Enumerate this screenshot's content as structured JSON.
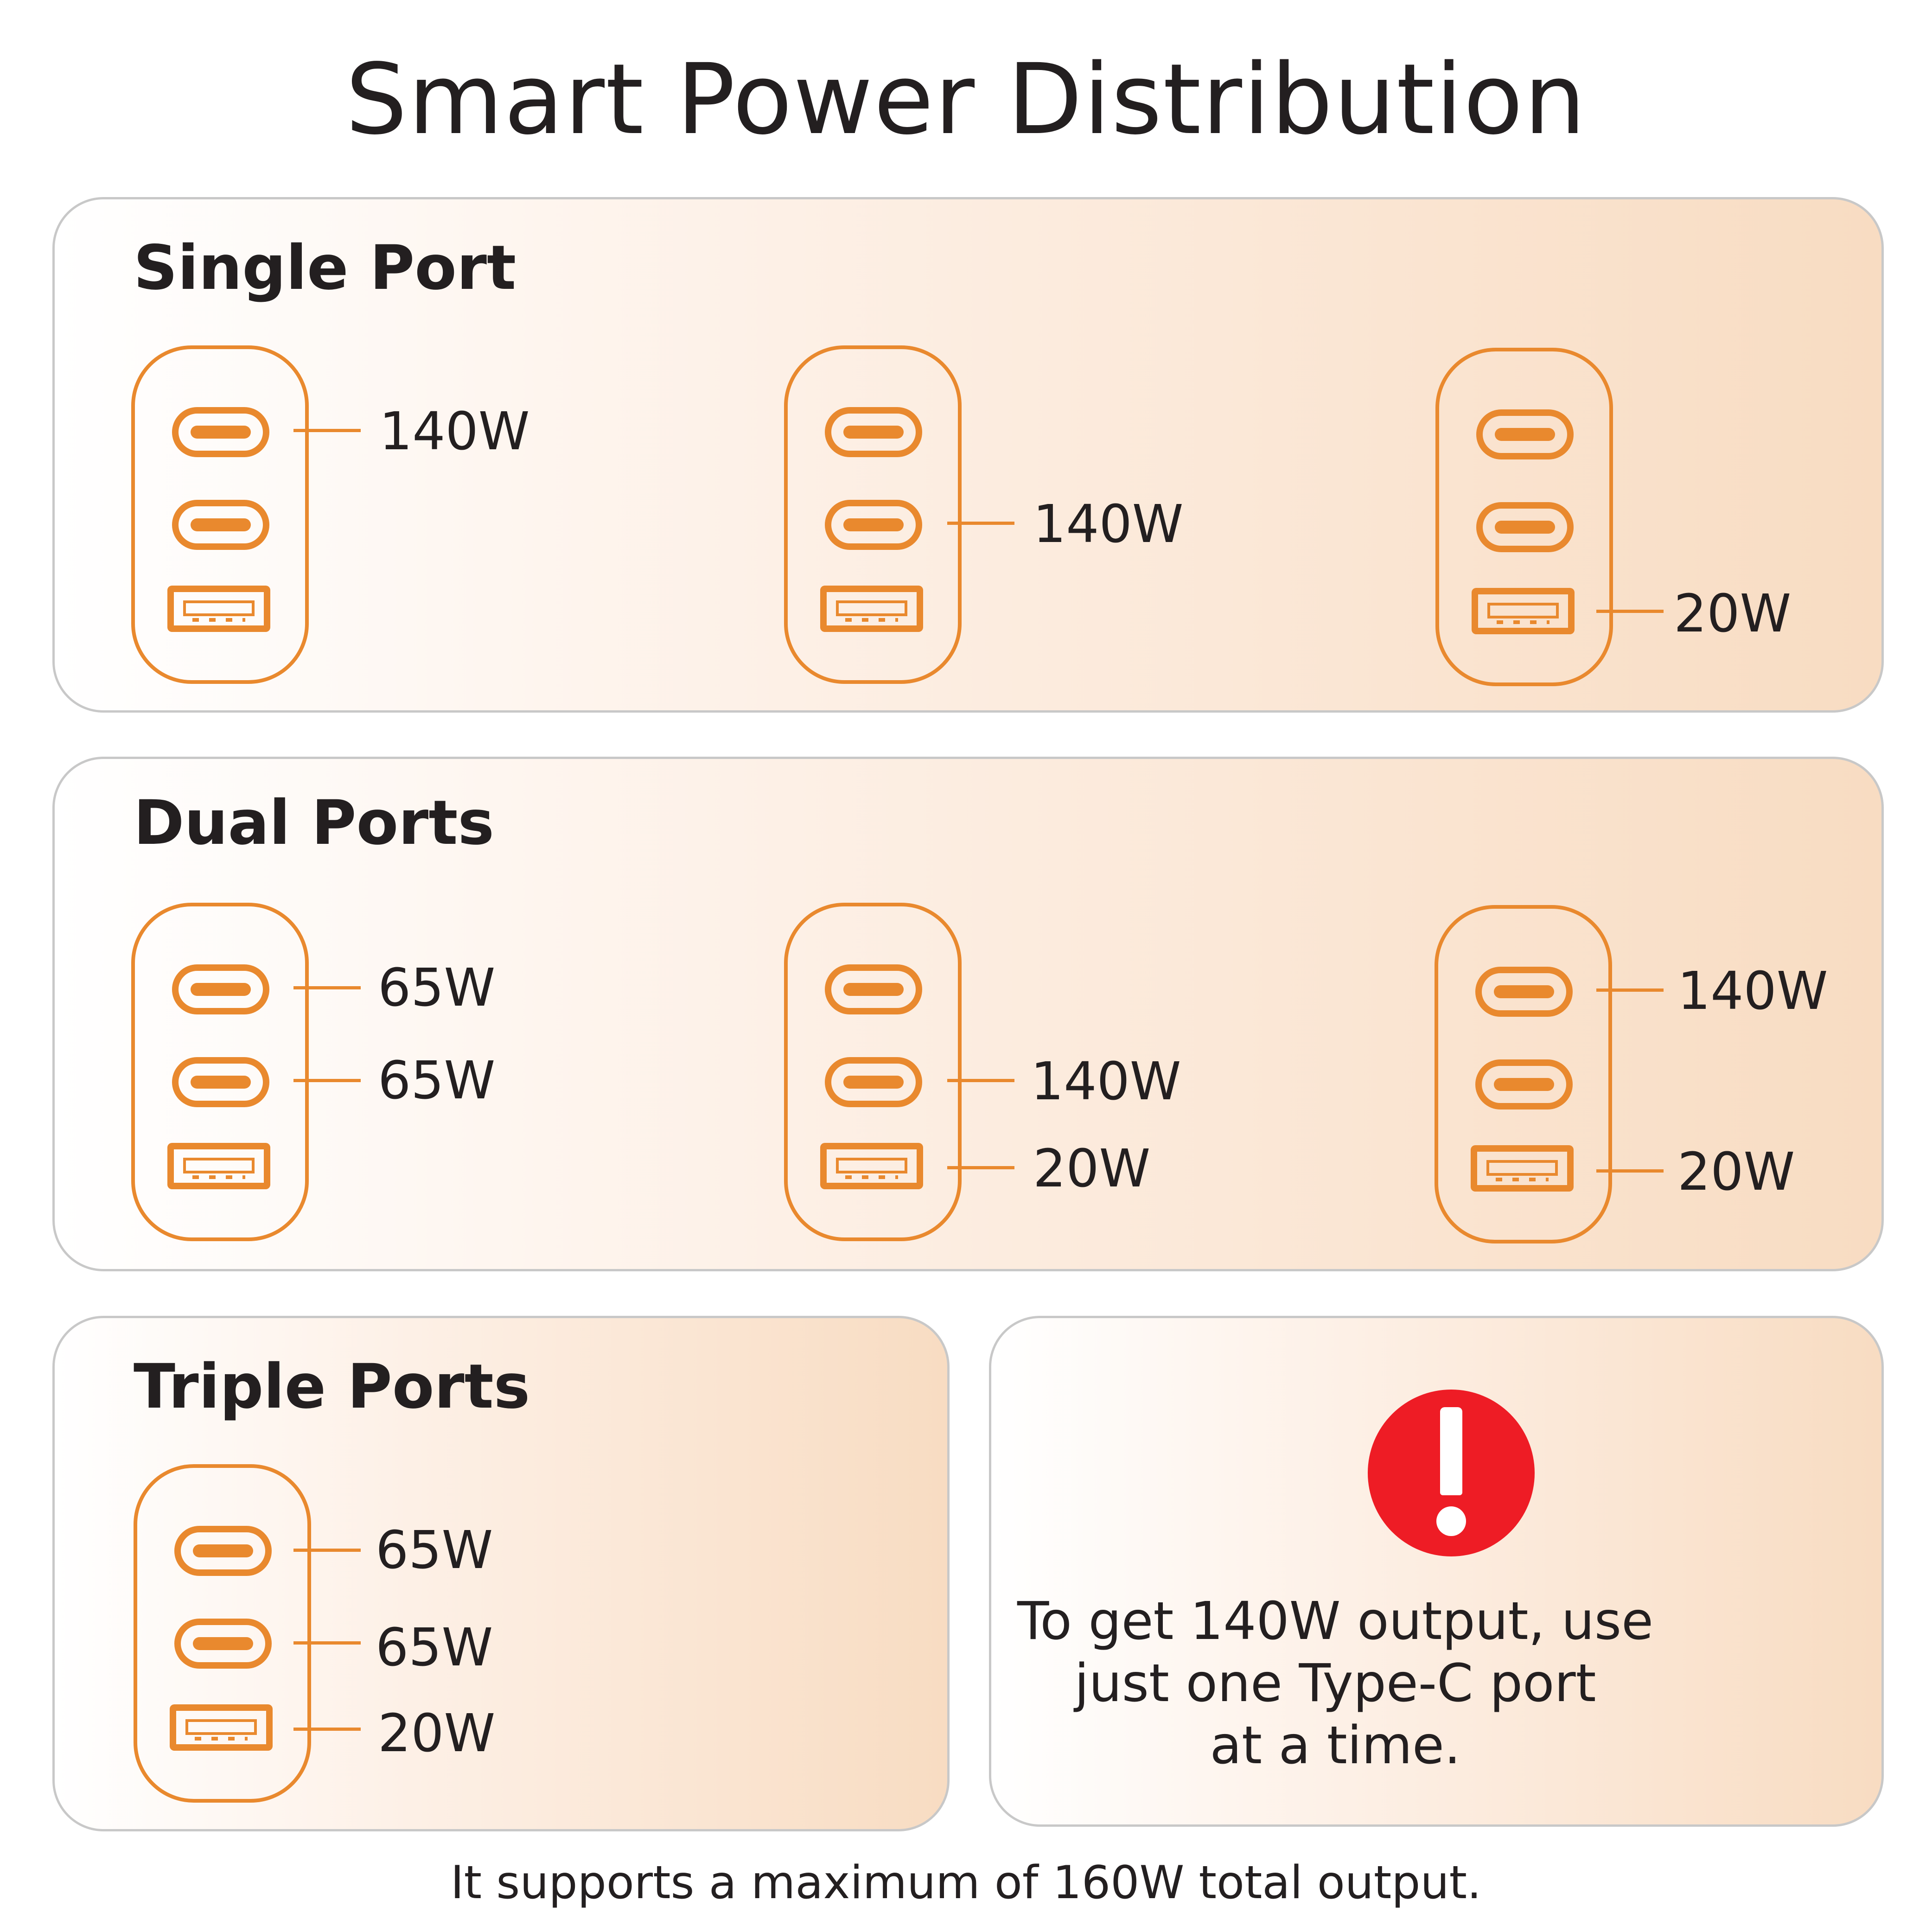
{
  "title": "Smart Power Distribution",
  "panels": {
    "single": {
      "title": "Single Port",
      "configs": [
        {
          "c1": "140W",
          "c2": "",
          "a": ""
        },
        {
          "c1": "",
          "c2": "140W",
          "a": ""
        },
        {
          "c1": "",
          "c2": "",
          "a": "20W"
        }
      ]
    },
    "dual": {
      "title": "Dual Ports",
      "configs": [
        {
          "c1": "65W",
          "c2": "65W",
          "a": ""
        },
        {
          "c1": "",
          "c2": "140W",
          "a": "20W"
        },
        {
          "c1": "140W",
          "c2": "",
          "a": "20W"
        }
      ]
    },
    "triple": {
      "title": "Triple Ports",
      "configs": [
        {
          "c1": "65W",
          "c2": "65W",
          "a": "20W"
        }
      ]
    }
  },
  "notice": {
    "icon": "warning-icon",
    "icon_color": "#ee1c25",
    "line1": "To get 140W output, use",
    "line2": "just one Type-C port",
    "line3": "at a time."
  },
  "footer": "It supports a maximum of 160W total output.",
  "colors": {
    "accent": "#e9892e",
    "text": "#231f20",
    "panel_border": "#c8c8c8"
  }
}
